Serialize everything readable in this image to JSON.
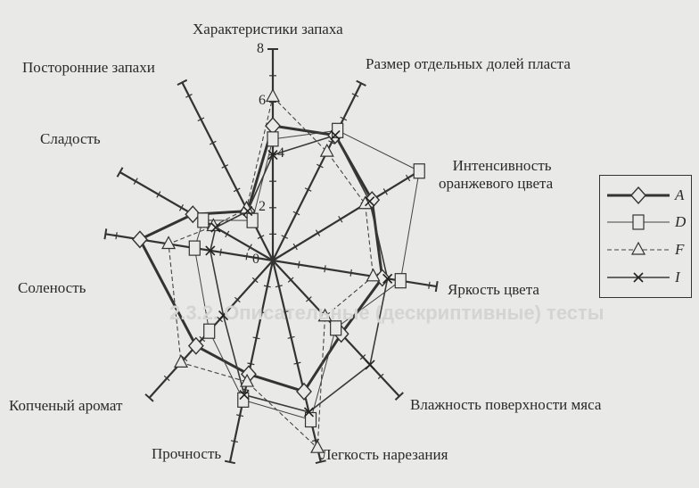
{
  "background_heading": "2.3.2. Описательные (дескриптивные) тесты",
  "chart_data": {
    "type": "radar",
    "title": "",
    "axes": [
      "Характеристики запаха",
      "Размер отдельных долей пласта",
      "Интенсивность оранжевого цвета",
      "Яркость цвета",
      "Влажность поверхности мяса",
      "Легкость нарезания",
      "Прочность",
      "Копченый аромат",
      "Соленость",
      "Сладость",
      "Посторонние запахи"
    ],
    "axis_label_lines": {
      "intensity_1": "Интенсивность",
      "intensity_2": "оранжевого цвета"
    },
    "scale": {
      "min": 0,
      "max": 8,
      "tick_labels": [
        "0",
        "2",
        "4",
        "6",
        "8"
      ]
    },
    "series": [
      {
        "name": "A",
        "marker": "diamond",
        "style": "bold-solid",
        "values": [
          5.1,
          5.3,
          4.4,
          4.2,
          3.8,
          5.1,
          4.4,
          4.35,
          5.1,
          3.5,
          2.1
        ]
      },
      {
        "name": "D",
        "marker": "square",
        "style": "thin-solid",
        "values": [
          4.6,
          5.5,
          6.5,
          4.9,
          3.5,
          6.2,
          5.4,
          3.6,
          3.0,
          3.05,
          1.7
        ]
      },
      {
        "name": "F",
        "marker": "triangle",
        "style": "dashed",
        "values": [
          6.2,
          4.6,
          4.1,
          3.85,
          2.9,
          7.3,
          4.7,
          5.2,
          4.0,
          2.6,
          2.2
        ]
      },
      {
        "name": "I",
        "marker": "cross",
        "style": "solid",
        "values": [
          4.0,
          5.3,
          4.3,
          4.4,
          5.4,
          5.9,
          5.2,
          2.8,
          2.4,
          2.5,
          2.1
        ]
      }
    ],
    "legend_position": "right"
  }
}
